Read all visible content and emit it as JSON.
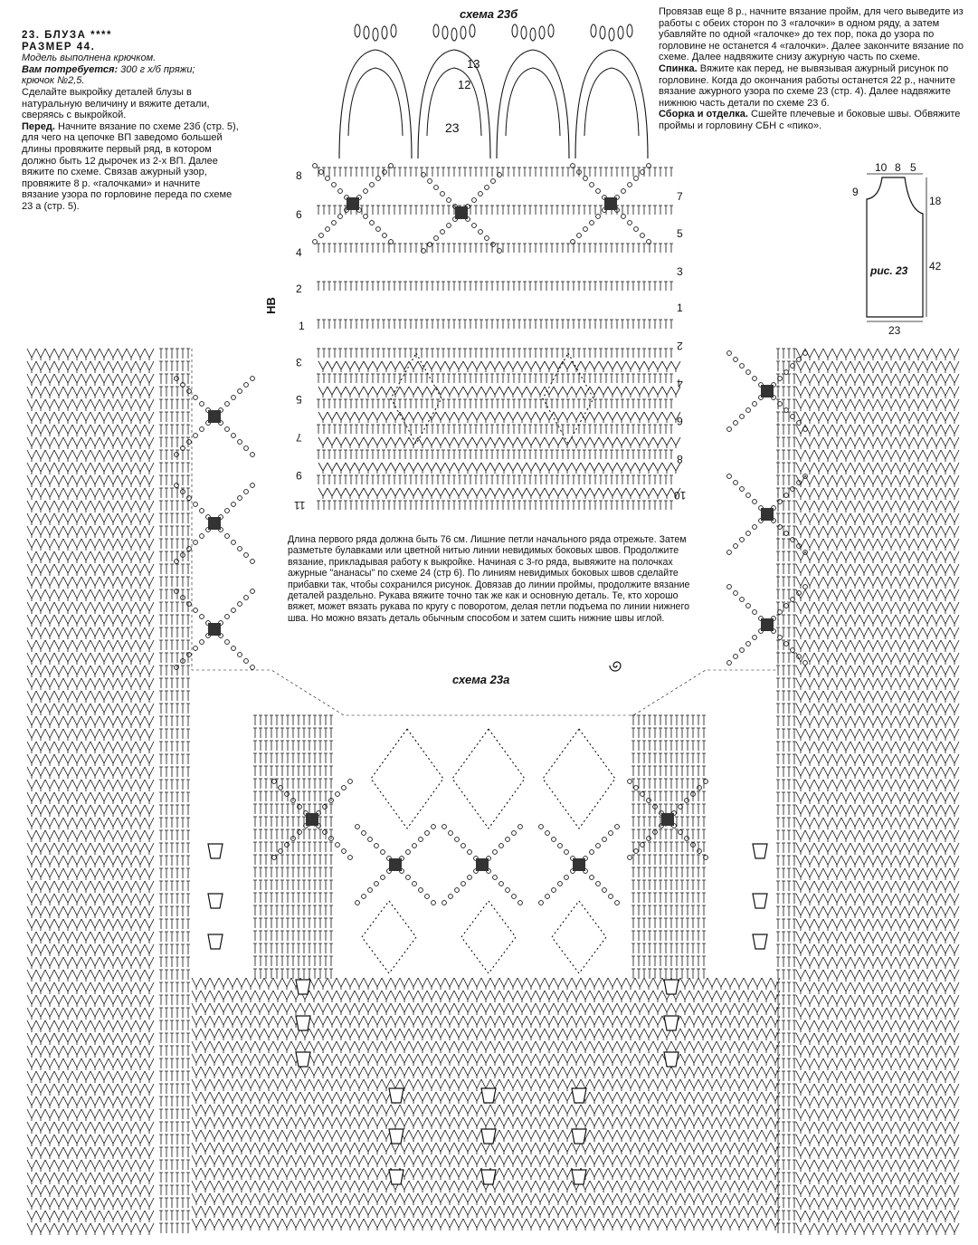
{
  "header": {
    "title": "23. БЛУЗА ****",
    "size": "РАЗМЕР 44.",
    "model": "Модель выполнена крючком.",
    "need_label": "Вам потребуется:",
    "need_text": " 300 г х/б пряжи;",
    "hook": "крючок №2,5.",
    "intro": "Сделайте выкройку деталей блузы в натуральную величину и вяжите детали, сверяясь с выкройкой.",
    "front_label": "Перед.",
    "front_text": " Начните вязание по схеме 23б (стр. 5), для чего на цепочке ВП заведомо большей длины провяжите первый ряд, в котором должно быть 12 дырочек из 2-х ВП. Далее вяжите по схеме. Связав ажурный узор, провяжите 8 р. «галочками» и начните вязание узора по горловине переда по схеме 23 а (стр. 5)."
  },
  "right_text": {
    "p1": "Провязав еще 8 р., начните вязание пройм, для чего выведите из работы с обеих сторон по 3 «галочки» в одном ряду, а затем убавляйте по одной «галочке» до тех пор, пока до узора по горловине не останется 4 «галочки». Далее закончите вязание по схеме. Далее надвяжите снизу ажурную часть по схеме.",
    "back_label": "Спинка.",
    "back_text": " Вяжите как перед, не вывязывая ажурный рисунок по горловине. Когда до окончания работы останется 22 р., начните вязание ажурного узора по схеме 23 (стр. 4). Далее надвяжите нижнюю часть детали по схеме 23 б.",
    "assembly_label": "Сборка и отделка.",
    "assembly_text": " Сшейте плечевые и боковые швы. Обвяжите проймы и горловину СБН с «пико»."
  },
  "middle_text": "Длина первого ряда должна быть 76 см. Лишние петли начального ряда отрежьте. Затем разметьте булавками или цветной нитью линии невидимых боковых швов. Продолжите вязание, прикладывая работу к выкройке. Начиная с 3-го ряда, вывяжите на полочках ажурные \"ананасы\" по схеме 24 (стр 6). По линиям невидимых боковых швов сделайте прибавки так, чтобы сохранился рисунок. Довязав до линии проймы, продолжите вязание деталей раздельно. Рукава вяжите точно так же как и основную деталь. Те, кто хорошо вяжет, может вязать рукава по кругу с поворотом, делая петли подъема по линии нижнего шва. Но можно вязать деталь обычным способом и затем сшить нижние швы иглой.",
  "labels": {
    "scheme_b": "схема 23б",
    "scheme_a": "схема 23а",
    "hb": "НВ",
    "fig": "рис. 23"
  },
  "arch_numbers": [
    "13",
    "12",
    "23"
  ],
  "left_rows_upper": [
    "8",
    "6",
    "4",
    "2",
    "1"
  ],
  "right_rows_upper": [
    "7",
    "5",
    "3",
    "1"
  ],
  "left_rows_lower": [
    "3",
    "5",
    "7",
    "9",
    "11"
  ],
  "right_rows_lower": [
    "2",
    "4",
    "6",
    "8",
    "10"
  ],
  "pattern": {
    "dims_top": [
      "10",
      "8",
      "5"
    ],
    "dim_left": "9",
    "dim_right_top": "18",
    "dim_right": "42",
    "dim_bottom": "23"
  }
}
